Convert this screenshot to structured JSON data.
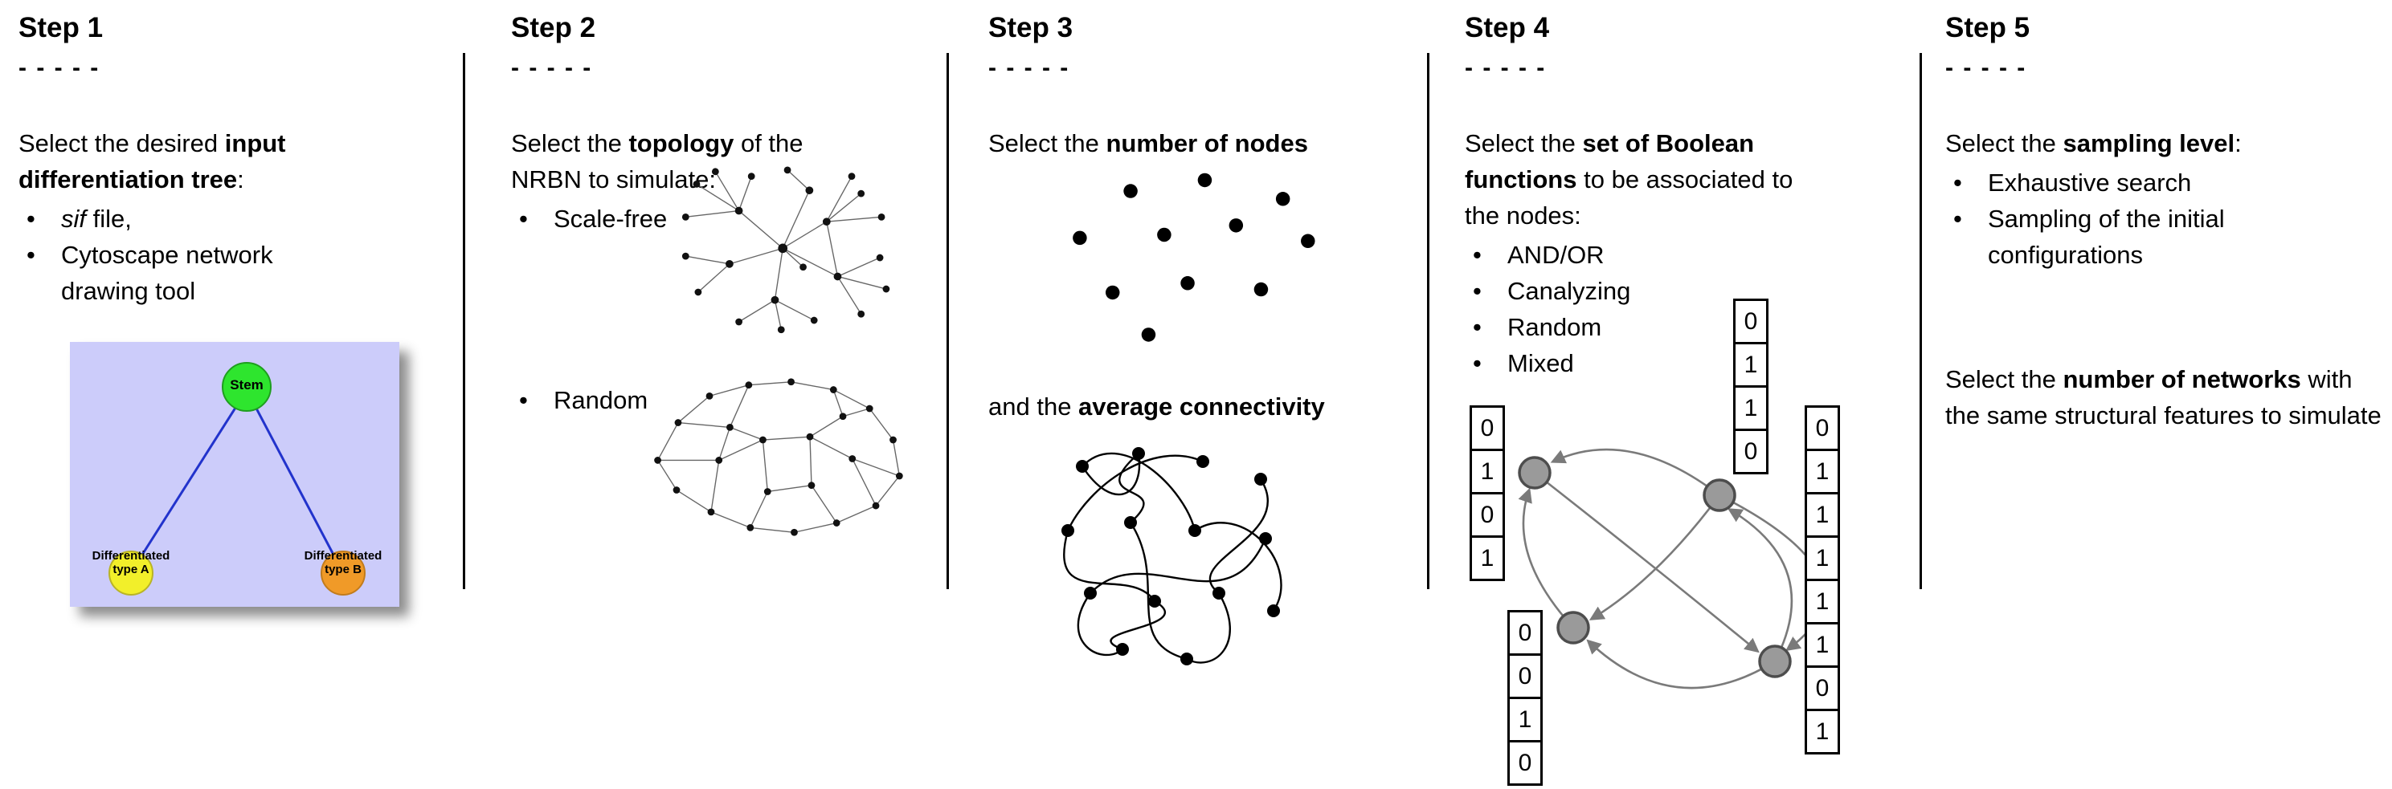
{
  "ui": {
    "bullet": "•",
    "dashes": "- - - - -"
  },
  "colors": {
    "tree_bg": "#ccccfa",
    "stem_green": "#2ee52e",
    "type_a_yellow": "#f2ef2a",
    "type_b_orange": "#f09a28",
    "edge_blue": "#2233cc",
    "node_gray": "#9a9a9a",
    "arrow_gray": "#7a7a7a"
  },
  "step1": {
    "title": "Step 1",
    "intro": {
      "pre": "Select the desired ",
      "bold": "input differentiation tree",
      "post": ":"
    },
    "bullets": {
      "b1_italic": "sif",
      "b1_rest": " file,",
      "b2": "Cytoscape network drawing tool"
    },
    "tree": {
      "stem": "Stem",
      "type_a": "Differentiated type A",
      "type_b": "Differentiated type B"
    }
  },
  "step2": {
    "title": "Step 2",
    "intro": {
      "pre": "Select the ",
      "bold": "topology",
      "post": " of the NRBN to simulate:"
    },
    "bullets": {
      "b1": "Scale-free",
      "b2": "Random"
    }
  },
  "step3": {
    "title": "Step 3",
    "intro": {
      "pre": "Select the ",
      "bold": "number of nodes",
      "post": ""
    },
    "second": {
      "pre": "and the ",
      "bold": "average connectivity",
      "post": ""
    }
  },
  "step4": {
    "title": "Step 4",
    "intro": {
      "pre": "Select the ",
      "bold": "set of Boolean functions",
      "post": " to be associated to the nodes:"
    },
    "bullets": {
      "b1": "AND/OR",
      "b2": "Canalyzing",
      "b3": "Random",
      "b4": "Mixed"
    },
    "tables": {
      "top": [
        "0",
        "1",
        "1",
        "0"
      ],
      "left": [
        "0",
        "1",
        "0",
        "1"
      ],
      "bottom_left": [
        "0",
        "0",
        "1",
        "0"
      ],
      "right": [
        "0",
        "1",
        "1",
        "1",
        "1",
        "1",
        "0",
        "1"
      ]
    }
  },
  "step5": {
    "title": "Step 5",
    "intro": {
      "pre": "Select the ",
      "bold": "sampling level",
      "post": ":"
    },
    "bullets": {
      "b1": "Exhaustive search",
      "b2": "Sampling of the initial configurations"
    },
    "second": {
      "pre": "Select the ",
      "bold": "number of networks",
      "post": " with the same structural features to simulate"
    }
  }
}
